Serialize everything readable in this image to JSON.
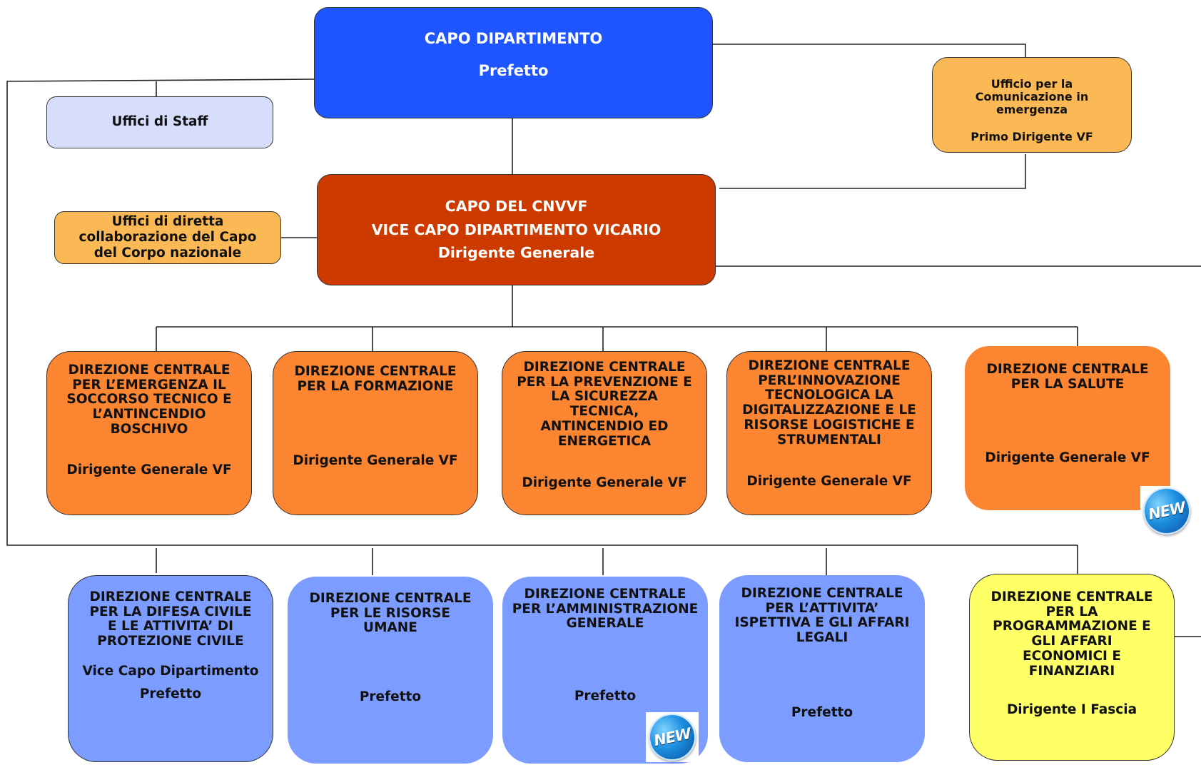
{
  "top": {
    "capo_dipartimento": {
      "title": "CAPO DIPARTIMENTO",
      "sub": "Prefetto"
    },
    "uffici_staff": {
      "title": "Uffici di Staff"
    },
    "ufficio_comunicazione": {
      "title": "Ufficio per la\nComunicazione in\nemergenza",
      "sub": "Primo Dirigente VF"
    },
    "capo_cnvvf": {
      "line1": "CAPO DEL CNVVF",
      "line2": "VICE CAPO DIPARTIMENTO VICARIO",
      "line3": "Dirigente Generale"
    },
    "uffici_diretta": {
      "title": "Uffici di diretta\ncollaborazione del Capo\ndel Corpo nazionale"
    }
  },
  "row1": [
    {
      "title": "DIREZIONE CENTRALE\nPER L’EMERGENZA IL\nSOCCORSO TECNICO E\nL’ANTINCENDIO\nBOSCHIVO",
      "sub": "Dirigente Generale VF"
    },
    {
      "title": "DIREZIONE CENTRALE\nPER LA FORMAZIONE",
      "sub": "Dirigente Generale VF"
    },
    {
      "title": "DIREZIONE CENTRALE\nPER LA PREVENZIONE E\nLA SICUREZZA\nTECNICA,\nANTINCENDIO ED\nENERGETICA",
      "sub": "Dirigente Generale VF"
    },
    {
      "title": "DIREZIONE CENTRALE\nPERL’INNOVAZIONE\nTECNOLOGICA LA\nDIGITALIZZAZIONE E LE\nRISORSE LOGISTICHE E\nSTRUMENTALI",
      "sub": "Dirigente Generale VF"
    },
    {
      "title": "DIREZIONE CENTRALE\nPER LA SALUTE",
      "sub": "Dirigente Generale VF"
    }
  ],
  "row2": [
    {
      "title": "DIREZIONE CENTRALE\nPER LA DIFESA CIVILE\nE LE ATTIVITA’ DI\nPROTEZIONE CIVILE",
      "sub": "Vice Capo Dipartimento\nPrefetto"
    },
    {
      "title": "DIREZIONE CENTRALE\nPER LE  RISORSE\nUMANE",
      "sub": "Prefetto"
    },
    {
      "title": "DIREZIONE CENTRALE\nPER L’AMMINISTRAZIONE\nGENERALE",
      "sub": "Prefetto"
    },
    {
      "title": "DIREZIONE CENTRALE\nPER L’ATTIVITA’\nISPETTIVA E GLI AFFARI\nLEGALI",
      "sub": "Prefetto"
    },
    {
      "title": "DIREZIONE CENTRALE\nPER LA\nPROGRAMMAZIONE E\nGLI AFFARI\nECONOMICI E\nFINANZIARI",
      "sub": "Dirigente I Fascia"
    }
  ],
  "badges": {
    "new_label": "NEW"
  },
  "colors": {
    "capo_dipartimento": "#1f55ff",
    "capo_cnvvf": "#cc3a00",
    "staff": "#d6defc",
    "amber": "#fbb955",
    "orange": "#fb8530",
    "blue_light": "#7d9cff",
    "yellow": "#ffff66"
  }
}
